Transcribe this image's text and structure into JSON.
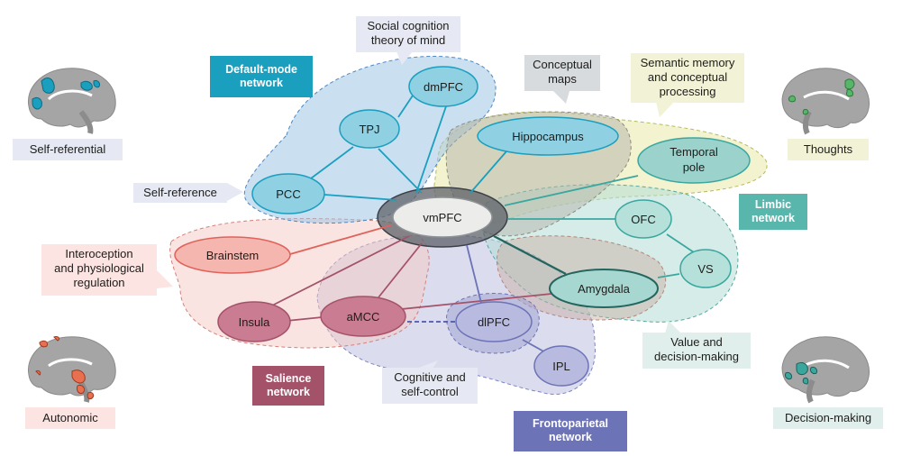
{
  "nodes": {
    "vmpfc": "vmPFC",
    "dmpfc": "dmPFC",
    "tpj": "TPJ",
    "pcc": "PCC",
    "hippocampus": "Hippocampus",
    "temporal_pole": [
      "Temporal",
      "pole"
    ],
    "ofc": "OFC",
    "vs": "VS",
    "amygdala": "Amygdala",
    "brainstem": "Brainstem",
    "insula": "Insula",
    "amcc": "aMCC",
    "dlpfc": "dlPFC",
    "ipl": "IPL"
  },
  "networks": {
    "default_mode": [
      "Default-mode",
      "network"
    ],
    "limbic": [
      "Limbic",
      "network"
    ],
    "salience": [
      "Salience",
      "network"
    ],
    "frontoparietal": [
      "Frontoparietal",
      "network"
    ]
  },
  "callouts": {
    "social": [
      "Social cognition",
      "theory of mind"
    ],
    "conceptual": [
      "Conceptual",
      "maps"
    ],
    "semantic": [
      "Semantic memory",
      "and conceptual",
      "processing"
    ],
    "self_reference": "Self-reference",
    "interoception": [
      "Interoception",
      "and physiological",
      "regulation"
    ],
    "value": [
      "Value and",
      "decision-making"
    ],
    "cognitive": [
      "Cognitive and",
      "self-control"
    ]
  },
  "brain_labels": {
    "self_referential": "Self-referential",
    "thoughts": "Thoughts",
    "autonomic": "Autonomic",
    "decision_making": "Decision-making"
  },
  "colors": {
    "default_mode": "#1a9fbf",
    "limbic": "#58b6ad",
    "salience": "#a4526a",
    "frontoparietal": "#6c73b6",
    "semantic": "#d8d98c",
    "autonomic": "#e88a84"
  }
}
